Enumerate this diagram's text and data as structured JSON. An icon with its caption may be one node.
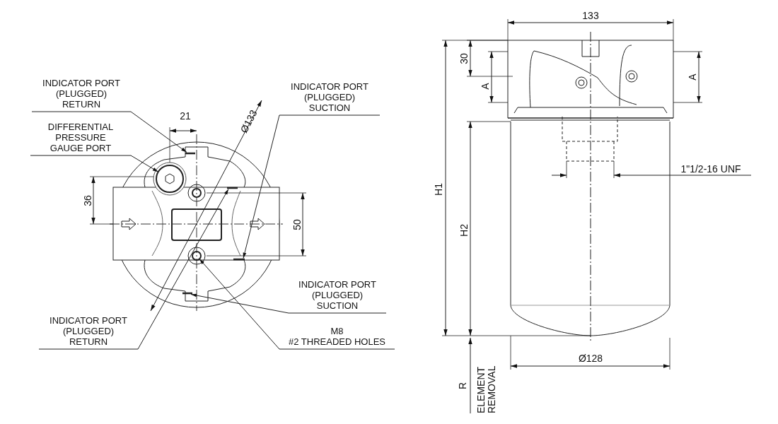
{
  "diagram": {
    "nodes": [
      {
        "text": [
          "INDICATOR PORT (PLUGGED) RETURN"
        ]
      },
      {
        "text": [
          "INDICATOR PORT (PLUGGED) SUCTION"
        ]
      },
      {
        "text": [
          "DIFFERENTIAL PRESSURE GAUGE PORT"
        ]
      },
      {
        "text": [
          "INDICATOR PORT (PLUGGED) SUCTION"
        ]
      },
      {
        "text": [
          "INDICATOR PORT (PLUGGED) RETURN"
        ]
      },
      {
        "text": [
          "M8",
          "#2 THREADED HOLES"
        ]
      },
      {
        "text": [],
        "shape": "circle"
      },
      {
        "text": [],
        "shape": "bar"
      },
      {
        "text": [],
        "shape": "bar"
      },
      {
        "text": [],
        "shape": "circle"
      },
      {
        "text": [],
        "shape": "bar"
      },
      {
        "text": [],
        "shape": "bar"
      }
    ],
    "edges": [
      {
        "from": 0,
        "to": 7,
        "arrow": "to"
      },
      {
        "from": 1,
        "to": 10,
        "arrow": "to"
      },
      {
        "from": 2,
        "to": 6,
        "arrow": "to"
      },
      {
        "from": 3,
        "to": 11,
        "arrow": "to"
      },
      {
        "from": 4,
        "to": 8,
        "arrow": "to"
      },
      {
        "from": 5,
        "to": 9,
        "arrow": "to"
      }
    ],
    "labels": [
      "21",
      "Ø133",
      "36",
      "50",
      "133",
      "30",
      "A",
      "A",
      "1\"1/2-16 UNF",
      "H1",
      "H2",
      "Ø128",
      "R",
      "ELEMENT REMOVAL"
    ]
  }
}
